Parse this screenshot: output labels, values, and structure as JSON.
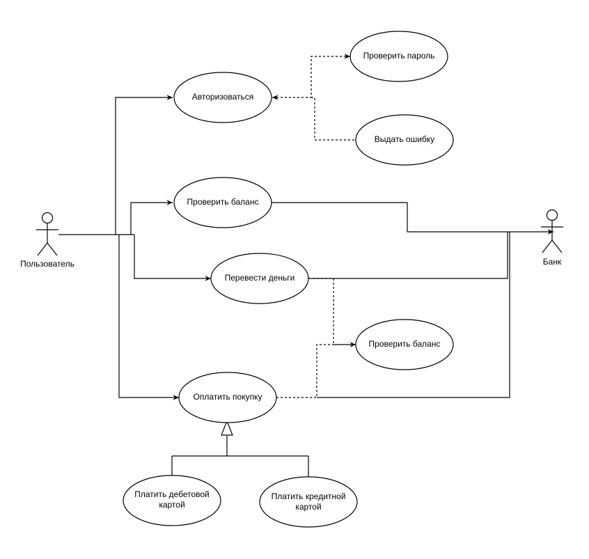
{
  "actors": {
    "user": "Пользователь",
    "bank": "Банк"
  },
  "use_cases": {
    "authorize": "Авторизоваться",
    "check_password": "Проверить пароль",
    "show_error": "Выдать ошибку",
    "check_balance": "Проверить баланс",
    "transfer_money": "Перевести деньги",
    "check_balance_included": "Проверить баланс",
    "pay_purchase": "Оплатить покупку",
    "pay_debit": [
      "Платить дебетовой",
      "картой"
    ],
    "pay_credit": [
      "Платить кредитной",
      "картой"
    ]
  },
  "colors": {
    "stroke": "#000000",
    "fill": "#ffffff"
  }
}
